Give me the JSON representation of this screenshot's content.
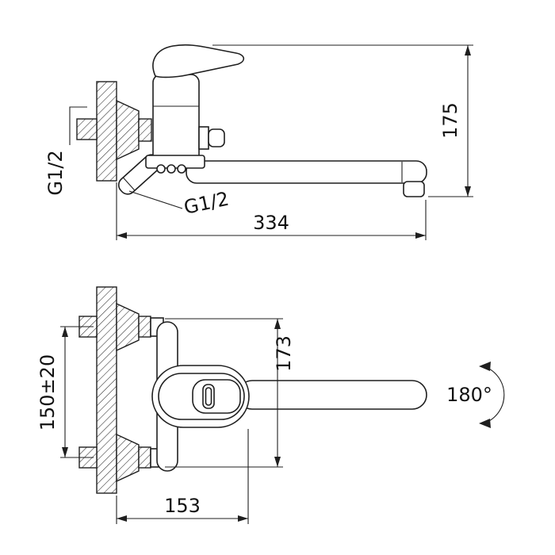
{
  "drawing": {
    "ink_color": "#1f1f1f",
    "top_view": {
      "dim_overall_height": "175",
      "dim_spout_reach": "334",
      "thread_wall": "G1/2",
      "thread_shower": "G1/2"
    },
    "bottom_view": {
      "dim_body_height": "173",
      "dim_mount_spacing": "150±20",
      "dim_body_width": "153",
      "swivel_angle": "180°"
    }
  }
}
